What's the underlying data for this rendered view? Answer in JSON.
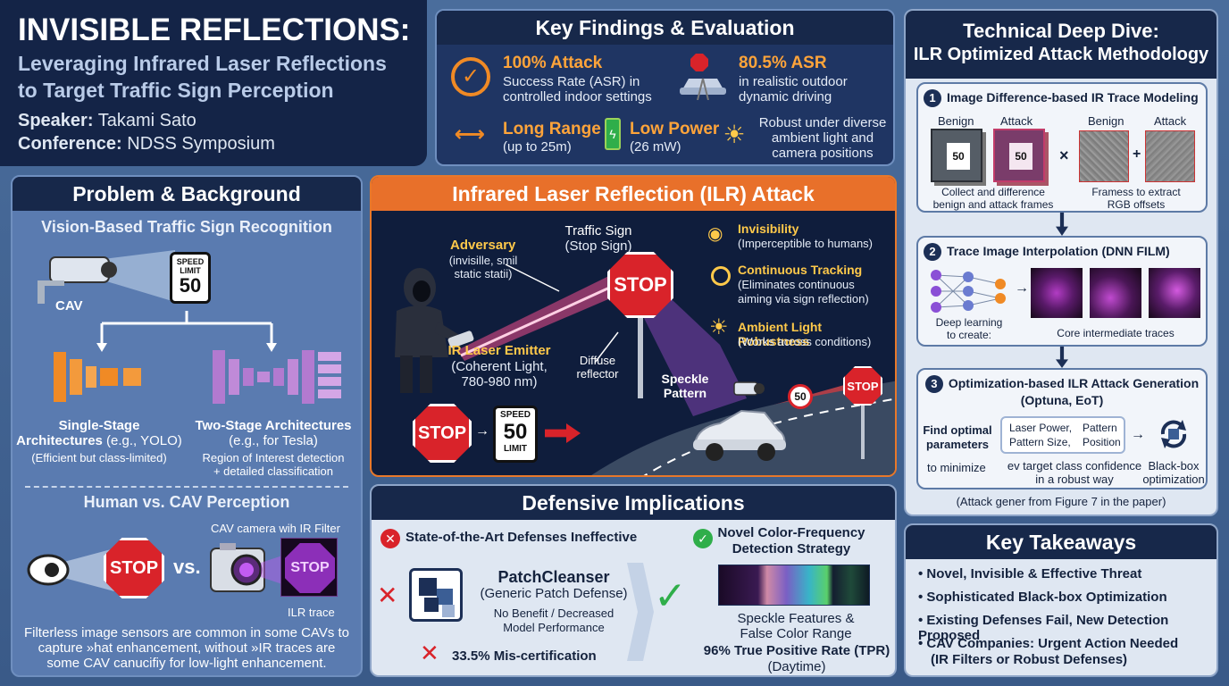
{
  "title": {
    "main": "INVISIBLE REFLECTIONS:",
    "sub1": "Leveraging Infrared Laser Reflections",
    "sub2": "to Target Traffic Sign Perception",
    "speaker_label": "Speaker:",
    "speaker": "Takami Sato",
    "conf_label": "Conference:",
    "conf": "NDSS Symposium"
  },
  "findings": {
    "header": "Key Findings & Evaluation",
    "f1_title": "100% Attack",
    "f1_text1": "Success Rate (ASR) in",
    "f1_text2": "controlled indoor settings",
    "f2_title": "80.5% ASR",
    "f2_text1": "in realistic outdoor",
    "f2_text2": "dynamic driving",
    "f3_title": "Long Range",
    "f3_text": "(up to 25m)",
    "f4_title": "Low Power",
    "f4_text": "(26 mW)",
    "f5_text1": "Robust under diverse",
    "f5_text2": "ambient light and",
    "f5_text3": "camera positions"
  },
  "problem": {
    "header": "Problem & Background",
    "sub": "Vision-Based Traffic Sign Recognition",
    "cav": "CAV",
    "sign_l1": "SPEED",
    "sign_l2": "LIMIT",
    "sign_num": "50",
    "single_t1": "Single-Stage",
    "single_t2": "Architectures",
    "single_t3": "(e.g., YOLO)",
    "single_d": "(Efficient but class-limited)",
    "two_t1": "Two-Stage Architectures",
    "two_t2": "(e.g., for Tesla)",
    "two_d1": "Region of Interest detection",
    "two_d2": "+ detailed classification",
    "human_sub": "Human vs. CAV Perception",
    "cam_label": "CAV camera wih IR Filter",
    "stop": "STOP",
    "vs": "vs.",
    "ilr_trace": "ILR trace",
    "note1": "Filterless image sensors are common in some CAVs to",
    "note2": "capture »hat enhancement, without »IR traces are",
    "note3": "some CAV canucifiy for low-light enhancement."
  },
  "attack": {
    "header": "Infrared Laser Reflection (ILR) Attack",
    "adversary": "Adversary",
    "adv_d1": "(invisille, smil",
    "adv_d2": "static statii)",
    "sign_title": "Traffic Sign",
    "sign_sub": "(Stop Sign)",
    "stop": "STOP",
    "emitter": "IR Laser Emitter",
    "emit_d1": "(Coherent Light,",
    "emit_d2": "780-980 nm)",
    "diffuse1": "Diffuse",
    "diffuse2": "reflector",
    "speckle1": "Speckle",
    "speckle2": "Pattern",
    "inv_t": "Invisibility",
    "inv_d": "(Imperceptible to humans)",
    "ct_t": "Continuous Tracking",
    "ct_d1": "(Eliminates continuous",
    "ct_d2": "aiming via sign reflection)",
    "alr_t": "Ambient Light Robustness",
    "alr_d": "(Works across conditions)",
    "sl_l1": "SPEED",
    "sl_num": "50",
    "sl_l2": "LIMIT",
    "road_sign": "50"
  },
  "defense": {
    "header": "Defensive Implications",
    "left_t": "State-of-the-Art Defenses Ineffective",
    "pc_t": "PatchCleanser",
    "pc_s": "(Generic Patch Defense)",
    "pc_d1": "No Benefit / Decreased",
    "pc_d2": "Model Performance",
    "mis": "33.5% Mis-certification",
    "right_t1": "Novel Color-Frequency",
    "right_t2": "Detection Strategy",
    "sp_d1": "Speckle Features &",
    "sp_d2": "False Color Range",
    "tpr": "96% True Positive Rate (TPR)",
    "tpr_s": "(Daytime)"
  },
  "deep": {
    "header1": "Technical Deep Dive:",
    "header2": "ILR Optimized Attack Methodology",
    "s1_num": "1",
    "s1_t": "Image Difference-based IR Trace Modeling",
    "benign": "Benign",
    "attack": "Attack",
    "s1_c1": "Collect and difference",
    "s1_c2": "benign and attack frames",
    "s1_c3": "Framess to extract",
    "s1_c4": "RGB offsets",
    "times": "×",
    "plus": "+",
    "s2_num": "2",
    "s2_t": "Trace Image Interpolation (DNN FILM)",
    "s2_c1": "Deep learning",
    "s2_c2": "to create:",
    "s2_c3": "Core intermediate traces",
    "s3_num": "3",
    "s3_t1": "Optimization-based ILR Attack Generation",
    "s3_t2": "(Optuna, EoT)",
    "s3_f1": "Find optimal",
    "s3_f2": "parameters",
    "s3_p1": "Laser Power,",
    "s3_p2": "Pattern",
    "s3_p3": "Pattern Size,",
    "s3_p4": "Position",
    "s3_m1": "to minimize",
    "s3_m2": "ev target class confidence",
    "s3_m3": "in a robust way",
    "s3_bb1": "Black-box",
    "s3_bb2": "optimization",
    "caption": "(Attack gener from Figure 7 in the paper)",
    "speed_mini": "50"
  },
  "takeaways": {
    "header": "Key Takeaways",
    "items": [
      "Novel, Invisible & Effective Threat",
      "Sophisticated Black-box Optimization",
      "Existing Defenses Fail, New Detection Proposed",
      "CAV Companies: Urgent Action Needed",
      "(IR Filters or Robust Defenses)"
    ]
  },
  "colors": {
    "accent_orange": "#ffa43a",
    "navy": "#142447",
    "stop_red": "#d9232a",
    "ok_green": "#2fae4a"
  }
}
